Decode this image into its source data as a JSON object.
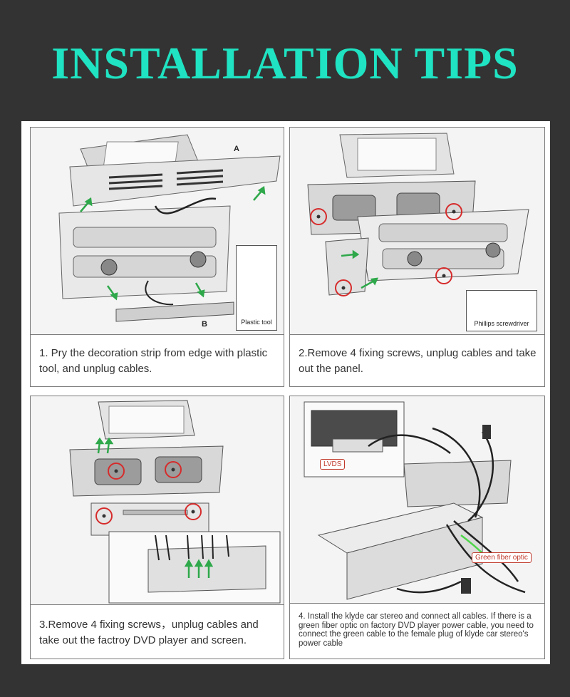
{
  "header": {
    "title": "INSTALLATION TIPS",
    "title_color": "#1fe3c2"
  },
  "steps": [
    {
      "caption": "1. Pry the decoration strip from edge with plastic tool, and unplug cables.",
      "tool_label": "Plastic tool",
      "label_a": "A",
      "label_b": "B"
    },
    {
      "caption": "2.Remove 4 fixing screws, unplug cables and take out the panel.",
      "tool_label": "Phillips screwdriver"
    },
    {
      "caption": "3.Remove 4 fixing screws，unplug cables and take out the factroy DVD player and screen."
    },
    {
      "caption": "4. Install the klyde car stereo and connect all cables. If there is a green fiber optic on factory DVD player power cable, you need to connect the green cable to the female plug of klyde car stereo's power cable",
      "lvds_label": "LVDS",
      "fiber_label": "Green fiber optic"
    }
  ],
  "colors": {
    "background": "#333333",
    "accent_arrow": "#2ea84a",
    "screw_circle": "#d62b2b"
  }
}
